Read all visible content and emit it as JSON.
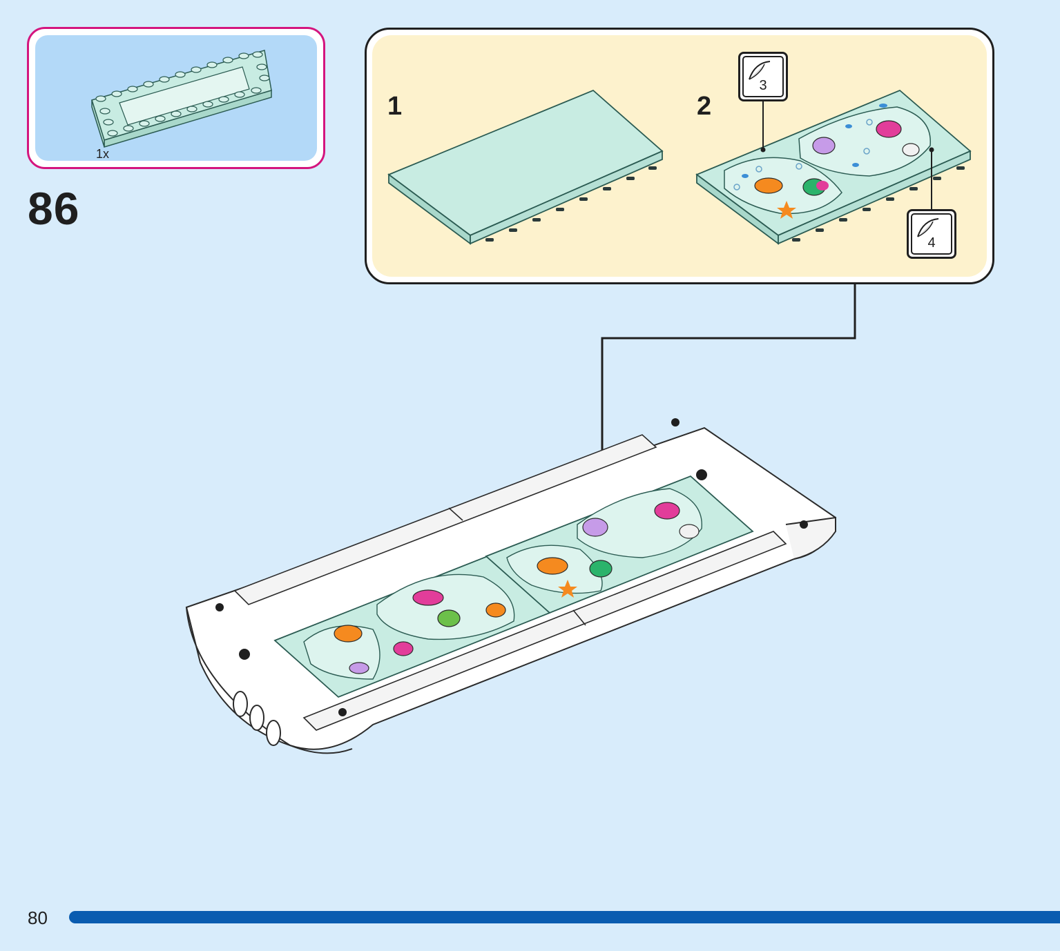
{
  "parts": {
    "quantity": "1x",
    "piece_icon": "inverted-plate-6x12-icon"
  },
  "step": {
    "number": "86"
  },
  "callout": {
    "sub_steps": [
      "1",
      "2"
    ],
    "stickers": [
      "3",
      "4"
    ]
  },
  "footer": {
    "page_number": "80",
    "progress_fraction": 1.0
  },
  "colors": {
    "page_background": "#d8ecfb",
    "parts_border": "#d4157e",
    "parts_fill": "#b3d9f8",
    "callout_fill": "#fdf2cd",
    "plate_mint": "#c8ece2",
    "progress": "#0a5cb0"
  }
}
